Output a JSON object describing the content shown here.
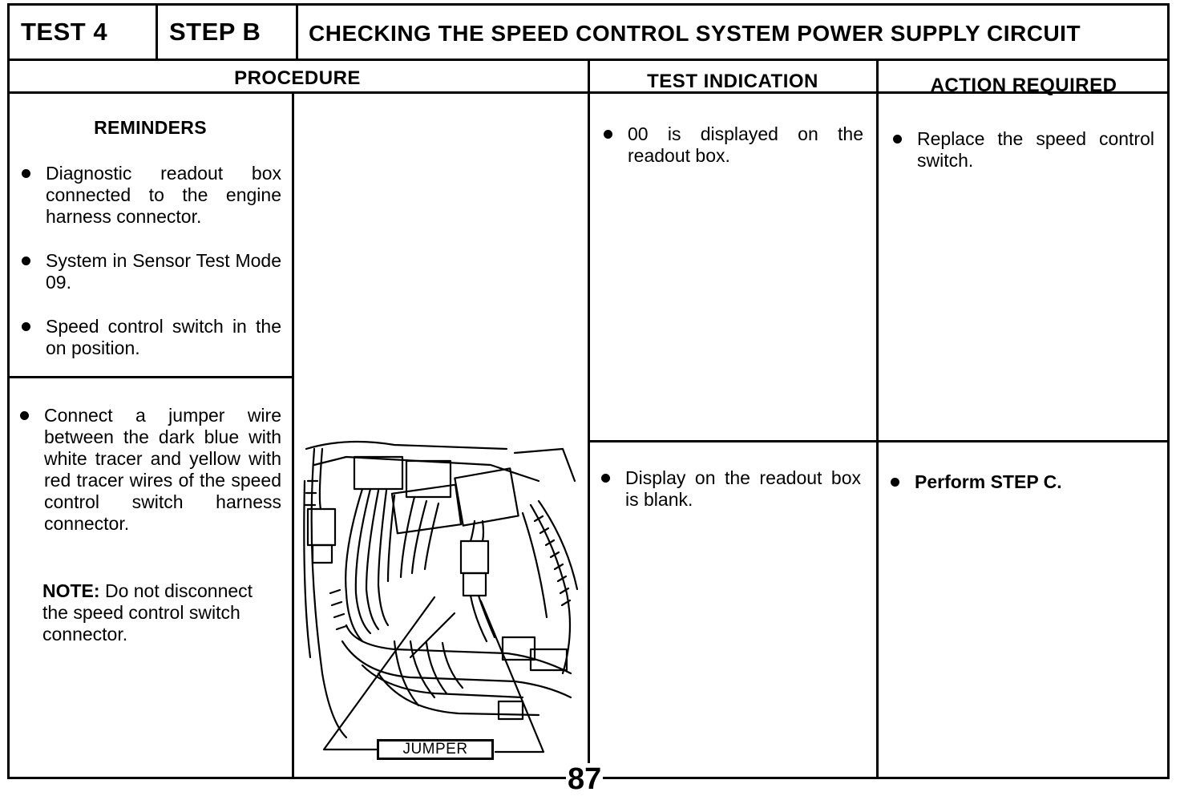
{
  "header": {
    "test": "TEST 4",
    "step": "STEP B",
    "title": "CHECKING THE SPEED CONTROL SYSTEM POWER SUPPLY CIRCUIT"
  },
  "columns": {
    "procedure": "PROCEDURE",
    "test_indication": "TEST INDICATION",
    "action_required": "ACTION REQUIRED"
  },
  "reminders": {
    "title": "REMINDERS",
    "items": [
      "Diagnostic readout box connected to the engine harness connector.",
      "System in Sensor Test Mode 09.",
      "Speed control switch in the on position."
    ]
  },
  "procedure_step": {
    "instruction": "Connect a jumper wire between the dark blue with white tracer and yellow with red tracer wires of the speed control switch harness connector.",
    "note_label": "NOTE:",
    "note_text": " Do not disconnect the speed control switch connector."
  },
  "illustration": {
    "label": "JUMPER"
  },
  "results": [
    {
      "indication": "00 is displayed on the readout box.",
      "action": "Replace the speed control switch."
    },
    {
      "indication": "Display on the readout box is blank.",
      "action": "Perform STEP C."
    }
  ],
  "page_number": "87"
}
